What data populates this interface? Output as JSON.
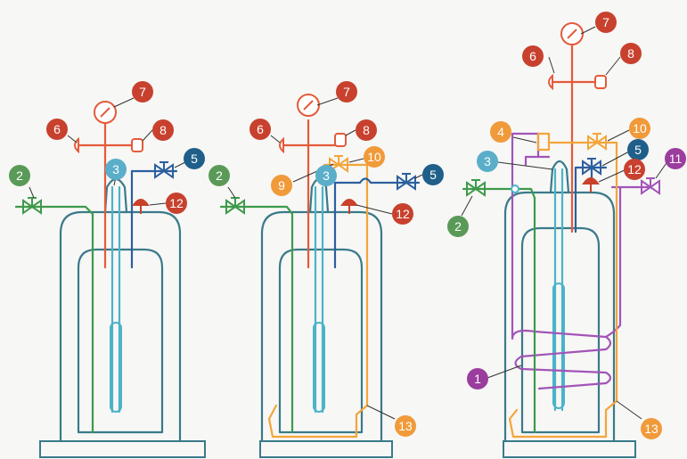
{
  "colors": {
    "background": "#f7f7f5",
    "vessel": "#3a7a8a",
    "inner_tube": "#4bb3c9",
    "vent_line": "#e45a3a",
    "fill_line": "#3e9a4a",
    "liquid_valve_line": "#2c5f9e",
    "relief_valve": "#c9412a",
    "supply_line": "#f3a53a",
    "coil": "#a254b8"
  },
  "badge_colors": {
    "1": "#9a3d9e",
    "2": "#5a9a58",
    "3": "#5aaec9",
    "4": "#f19a3a",
    "5": "#1f5f8a",
    "6": "#c8412e",
    "7": "#c8412e",
    "8": "#c8412e",
    "9": "#f19a3a",
    "10": "#f19a3a",
    "11": "#9a3d9e",
    "12": "#c8412e",
    "13": "#f19a3a"
  },
  "diagrams": [
    {
      "name": "tank-basic",
      "badges": [
        "2",
        "3",
        "5",
        "6",
        "7",
        "8",
        "12"
      ]
    },
    {
      "name": "tank-with-supply",
      "badges": [
        "2",
        "3",
        "5",
        "6",
        "7",
        "8",
        "9",
        "10",
        "12",
        "13"
      ]
    },
    {
      "name": "tank-with-coil",
      "badges": [
        "1",
        "2",
        "3",
        "4",
        "5",
        "6",
        "7",
        "8",
        "10",
        "11",
        "12",
        "13"
      ]
    }
  ]
}
